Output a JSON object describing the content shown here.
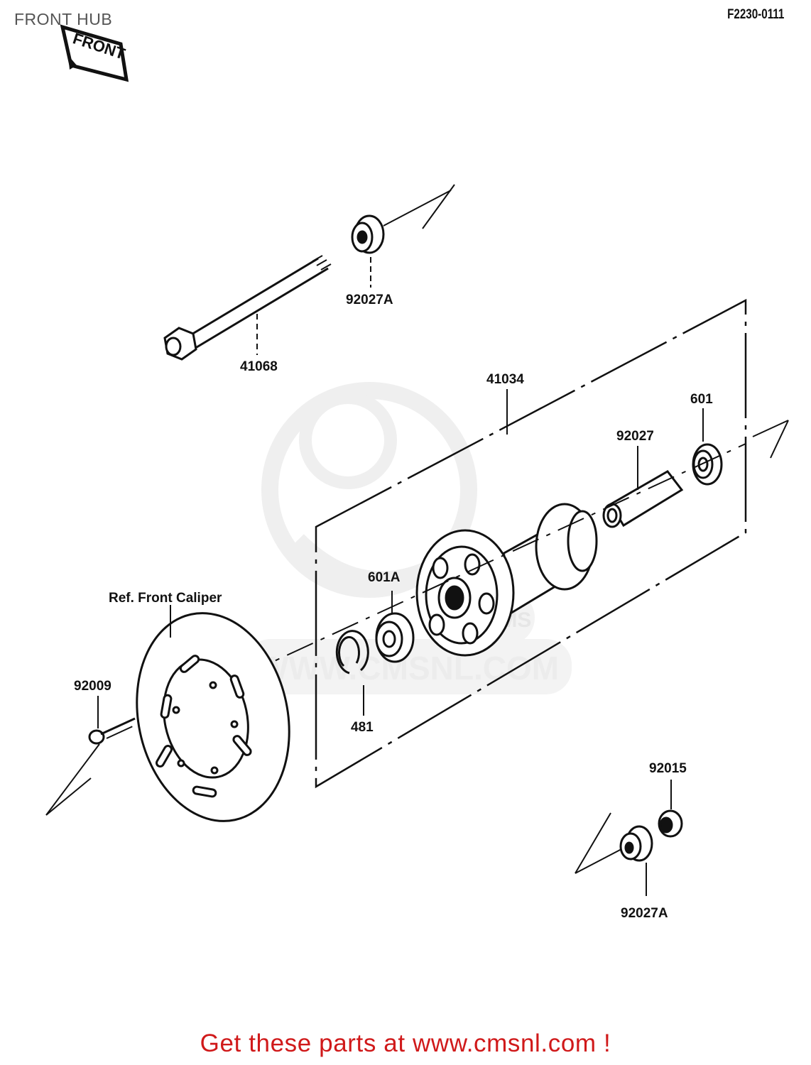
{
  "header": {
    "title": "FRONT HUB",
    "diagram_code": "F2230-0111",
    "front_stamp": "FRONT"
  },
  "watermark": {
    "text": "WWW.CMSNL.COM",
    "badge_text": "CMS"
  },
  "parts": [
    {
      "id": "92027A-top",
      "label": "92027A"
    },
    {
      "id": "41068",
      "label": "41068"
    },
    {
      "id": "41034",
      "label": "41034"
    },
    {
      "id": "601",
      "label": "601"
    },
    {
      "id": "92027",
      "label": "92027"
    },
    {
      "id": "601A",
      "label": "601A"
    },
    {
      "id": "481",
      "label": "481"
    },
    {
      "id": "92009",
      "label": "92009"
    },
    {
      "id": "92015",
      "label": "92015"
    },
    {
      "id": "92027A-bottom",
      "label": "92027A"
    }
  ],
  "reference_note": "Ref. Front Caliper",
  "footer": {
    "cta": "Get these parts at www.cmsnl.com !"
  }
}
